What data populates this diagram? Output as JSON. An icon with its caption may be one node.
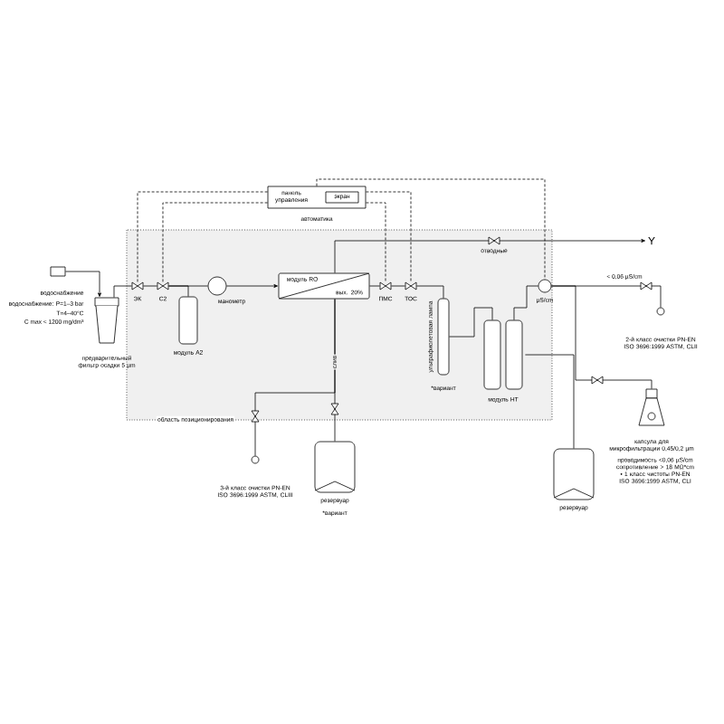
{
  "diagram": {
    "nodes": [
      {
        "text": [
          "панель управления"
        ],
        "beside": [
          "автоматика"
        ]
      },
      {
        "text": [
          "экран"
        ],
        "in": 0
      },
      {
        "text": [],
        "shape": "box"
      },
      {
        "text": [
          "предварительный фильтр осадки 5 µm"
        ]
      },
      {
        "text": [
          "ЭК"
        ]
      },
      {
        "text": [
          "C2"
        ]
      },
      {
        "text": [
          "модуль A2"
        ]
      },
      {
        "text": [
          "манометр"
        ]
      },
      {
        "text": [
          "модуль RO",
          "вых. 20%"
        ]
      },
      {
        "text": [
          "ПМС"
        ]
      },
      {
        "text": [
          "ТОС"
        ]
      },
      {
        "text": [
          "ультрафиолетовая лампа"
        ],
        "beside": [
          "*вариант"
        ]
      },
      {
        "text": [
          "модуль HT"
        ]
      },
      {
        "text": [
          "µS/cm"
        ]
      },
      {
        "text": [
          "Y"
        ]
      },
      {
        "text": [],
        "shape": "circle",
        "beside": [
          "2-й класс очистки PN-EN ISO 3696:1999 ASTM, CLII"
        ]
      },
      {
        "text": [],
        "shape": "capsule",
        "beside": [
          "капсула для микрофильтрации 0,45/0,2 µm"
        ]
      },
      {
        "text": [
          "резервуар"
        ]
      },
      {
        "text": [
          "резервуар"
        ],
        "beside": [
          "*вариант"
        ]
      },
      {
        "text": [],
        "shape": "circle",
        "beside": [
          "3-й класс очистки PN-EN ISO 3696:1999 ASTM, CLIII"
        ]
      }
    ],
    "edges": [
      {
        "from": 2,
        "to": 3,
        "arrow": "to"
      },
      {
        "from": 3,
        "to": 4,
        "arrow": "none"
      },
      {
        "from": 4,
        "to": 5,
        "arrow": "none"
      },
      {
        "from": 5,
        "to": 7,
        "arrow": "none"
      },
      {
        "from": 5,
        "to": 6,
        "arrow": "none"
      },
      {
        "from": 7,
        "to": 8,
        "arrow": "to"
      },
      {
        "from": 8,
        "to": 9,
        "arrow": "none"
      },
      {
        "from": 9,
        "to": 10,
        "arrow": "none"
      },
      {
        "from": 10,
        "to": 11,
        "arrow": "none"
      },
      {
        "from": 11,
        "to": 12,
        "arrow": "none"
      },
      {
        "from": 12,
        "to": 13,
        "arrow": "none"
      },
      {
        "from": 13,
        "to": 15,
        "arrow": "none",
        "label": "< 0,06 µS/cm"
      },
      {
        "from": 13,
        "to": 16,
        "arrow": "none"
      },
      {
        "from": 8,
        "to": 14,
        "arrow": "to",
        "label": "отводные"
      },
      {
        "from": 8,
        "to": 18,
        "arrow": "none",
        "label": "слив"
      },
      {
        "from": 8,
        "to": 19,
        "arrow": "none"
      },
      {
        "from": 12,
        "to": 17,
        "arrow": "none"
      },
      {
        "from": 0,
        "to": 4,
        "arrow": "none",
        "style": "dashed"
      },
      {
        "from": 0,
        "to": 5,
        "arrow": "none",
        "style": "dashed"
      },
      {
        "from": 0,
        "to": 9,
        "arrow": "none",
        "style": "dashed"
      },
      {
        "from": 0,
        "to": 10,
        "arrow": "none",
        "style": "dashed"
      },
      {
        "from": 0,
        "to": 13,
        "arrow": "none",
        "style": "dashed"
      }
    ],
    "labels": [
      "водоснабжение",
      "водоснабжение: P=1–3 bar",
      "T=4–40°C",
      "C max < 1200 mg/dm³",
      "область позиционирования",
      "проводимость <0,06 µS/cm сопротивление > 18 MΩ*cm • 1 класс чистоты PN-EN ISO 3696:1999 ASTM, CLI"
    ]
  }
}
